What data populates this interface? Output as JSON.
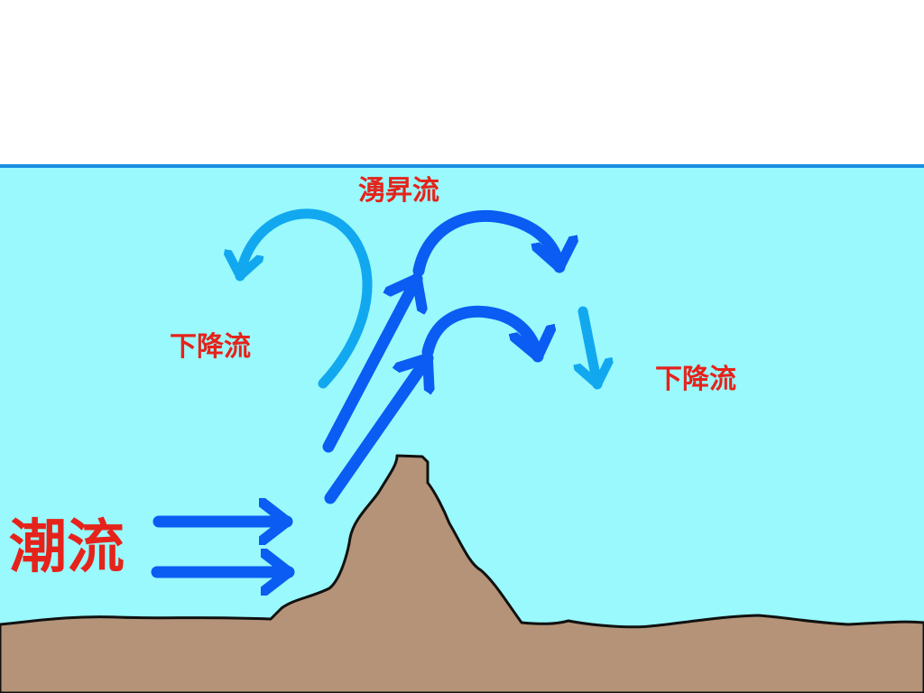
{
  "labels": {
    "upwelling": "湧昇流",
    "downwelling_left": "下降流",
    "downwelling_right": "下降流",
    "current": "潮流"
  },
  "colors": {
    "sky": "#ffffff",
    "water": "#99f9fd",
    "surface_line": "#1a8fe3",
    "seabed": "#b49378",
    "outline": "#111111",
    "strong_arrow": "#0a5cf2",
    "light_arrow": "#12a8f0",
    "label_text": "#e5231b"
  }
}
